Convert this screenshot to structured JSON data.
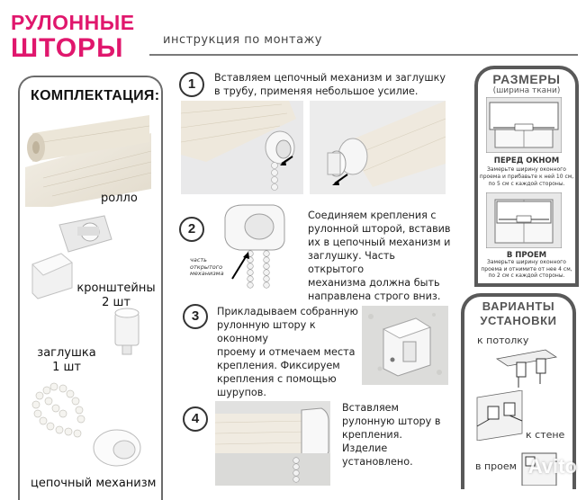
{
  "header": {
    "brand_line1": "РУЛОННЫЕ",
    "brand_line2": "ШТОРЫ",
    "subtitle": "инструкция по монтажу"
  },
  "kit": {
    "title": "КОМПЛЕКТАЦИЯ:",
    "items": [
      {
        "label": "ролло"
      },
      {
        "label": "кронштейны",
        "qty": "2 шт"
      },
      {
        "label": "заглушка",
        "qty": "1 шт"
      },
      {
        "label": "цепочный механизм"
      }
    ]
  },
  "steps": [
    {
      "num": "1",
      "lines": [
        "Вставляем цепочный механизм и заглушку",
        "в трубу, применяя небольшое усилие."
      ]
    },
    {
      "num": "2",
      "lines": [
        "Соединяем крепления с",
        "рулонной шторой, вставив",
        "их в цепочный механизм и",
        "заглушку. Часть открытого",
        "механизма должна быть",
        "направлена строго вниз."
      ],
      "note_lines": [
        "часть",
        "открытого",
        "механизма"
      ]
    },
    {
      "num": "3",
      "lines": [
        "Прикладываем собранную",
        "рулонную штору к оконному",
        "проему и отмечаем места",
        "крепления. Фиксируем",
        "крепления с помощью",
        "шурупов."
      ]
    },
    {
      "num": "4",
      "lines": [
        "Вставляем",
        "рулонную штору в",
        "крепления.",
        "Изделие",
        "установлено."
      ]
    }
  ],
  "sizes": {
    "title": "РАЗМЕРЫ",
    "subtitle": "(ширина ткани)",
    "front_label": "ПЕРЕД ОКНОМ",
    "front_text": [
      "Замерьте ширину оконного",
      "проема и прибавьте к ней 10 см,",
      "по 5 см с каждой стороны."
    ],
    "in_label": "В ПРОЕМ",
    "in_text": [
      "Замерьте ширину оконного",
      "проема и отнимите от нее 4 см,",
      "по 2 см с каждой стороны."
    ]
  },
  "variants": {
    "title_line1": "ВАРИАНТЫ",
    "title_line2": "УСТАНОВКИ",
    "options": [
      "к потолку",
      "к стене",
      "в проем"
    ]
  },
  "watermark": "Avito",
  "colors": {
    "brand": "#e0176d",
    "border": "#595959"
  }
}
